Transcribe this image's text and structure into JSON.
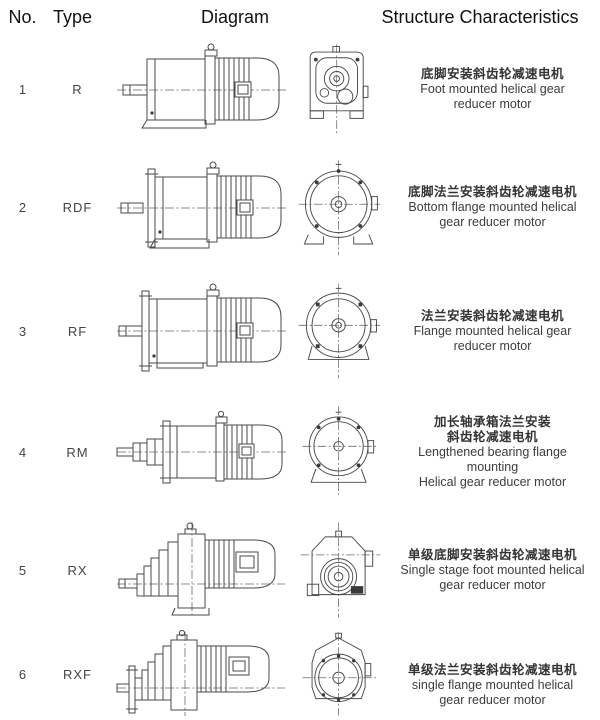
{
  "header": {
    "no": "No.",
    "type": "Type",
    "diagram": "Diagram",
    "characteristics": "Structure Characteristics"
  },
  "colors": {
    "ink": "#1a1a1a",
    "line_art": "#4a4a4a",
    "description_text": "#3d3d3d"
  },
  "rows": [
    {
      "no": "1",
      "type": "R",
      "diagram": {
        "side": "r-side-view",
        "front": "r-front-view"
      },
      "zh": [
        "底脚安装斜齿轮减速电机"
      ],
      "en": [
        "Foot mounted helical gear",
        "reducer motor"
      ]
    },
    {
      "no": "2",
      "type": "RDF",
      "diagram": {
        "side": "rdf-side-view",
        "front": "rdf-front-view"
      },
      "zh": [
        "底脚法兰安装斜齿轮减速电机"
      ],
      "en": [
        "Bottom flange mounted helical",
        "gear reducer motor"
      ]
    },
    {
      "no": "3",
      "type": "RF",
      "diagram": {
        "side": "rf-side-view",
        "front": "rf-front-view"
      },
      "zh": [
        "法兰安装斜齿轮减速电机"
      ],
      "en": [
        "Flange mounted helical gear",
        "reducer motor"
      ]
    },
    {
      "no": "4",
      "type": "RM",
      "diagram": {
        "side": "rm-side-view",
        "front": "rm-front-view"
      },
      "zh": [
        "加长轴承箱法兰安装",
        "斜齿轮减速电机"
      ],
      "en": [
        "Lengthened bearing flange",
        "mounting",
        "Helical gear reducer motor"
      ]
    },
    {
      "no": "5",
      "type": "RX",
      "diagram": {
        "side": "rx-side-view",
        "front": "rx-front-view"
      },
      "zh": [
        "单级底脚安装斜齿轮减速电机"
      ],
      "en": [
        "Single stage foot mounted helical",
        "gear reducer motor"
      ]
    },
    {
      "no": "6",
      "type": "RXF",
      "diagram": {
        "side": "rxf-side-view",
        "front": "rxf-front-view"
      },
      "zh": [
        "单级法兰安装斜齿轮减速电机"
      ],
      "en": [
        "single flange mounted helical",
        "gear reducer motor"
      ]
    }
  ]
}
